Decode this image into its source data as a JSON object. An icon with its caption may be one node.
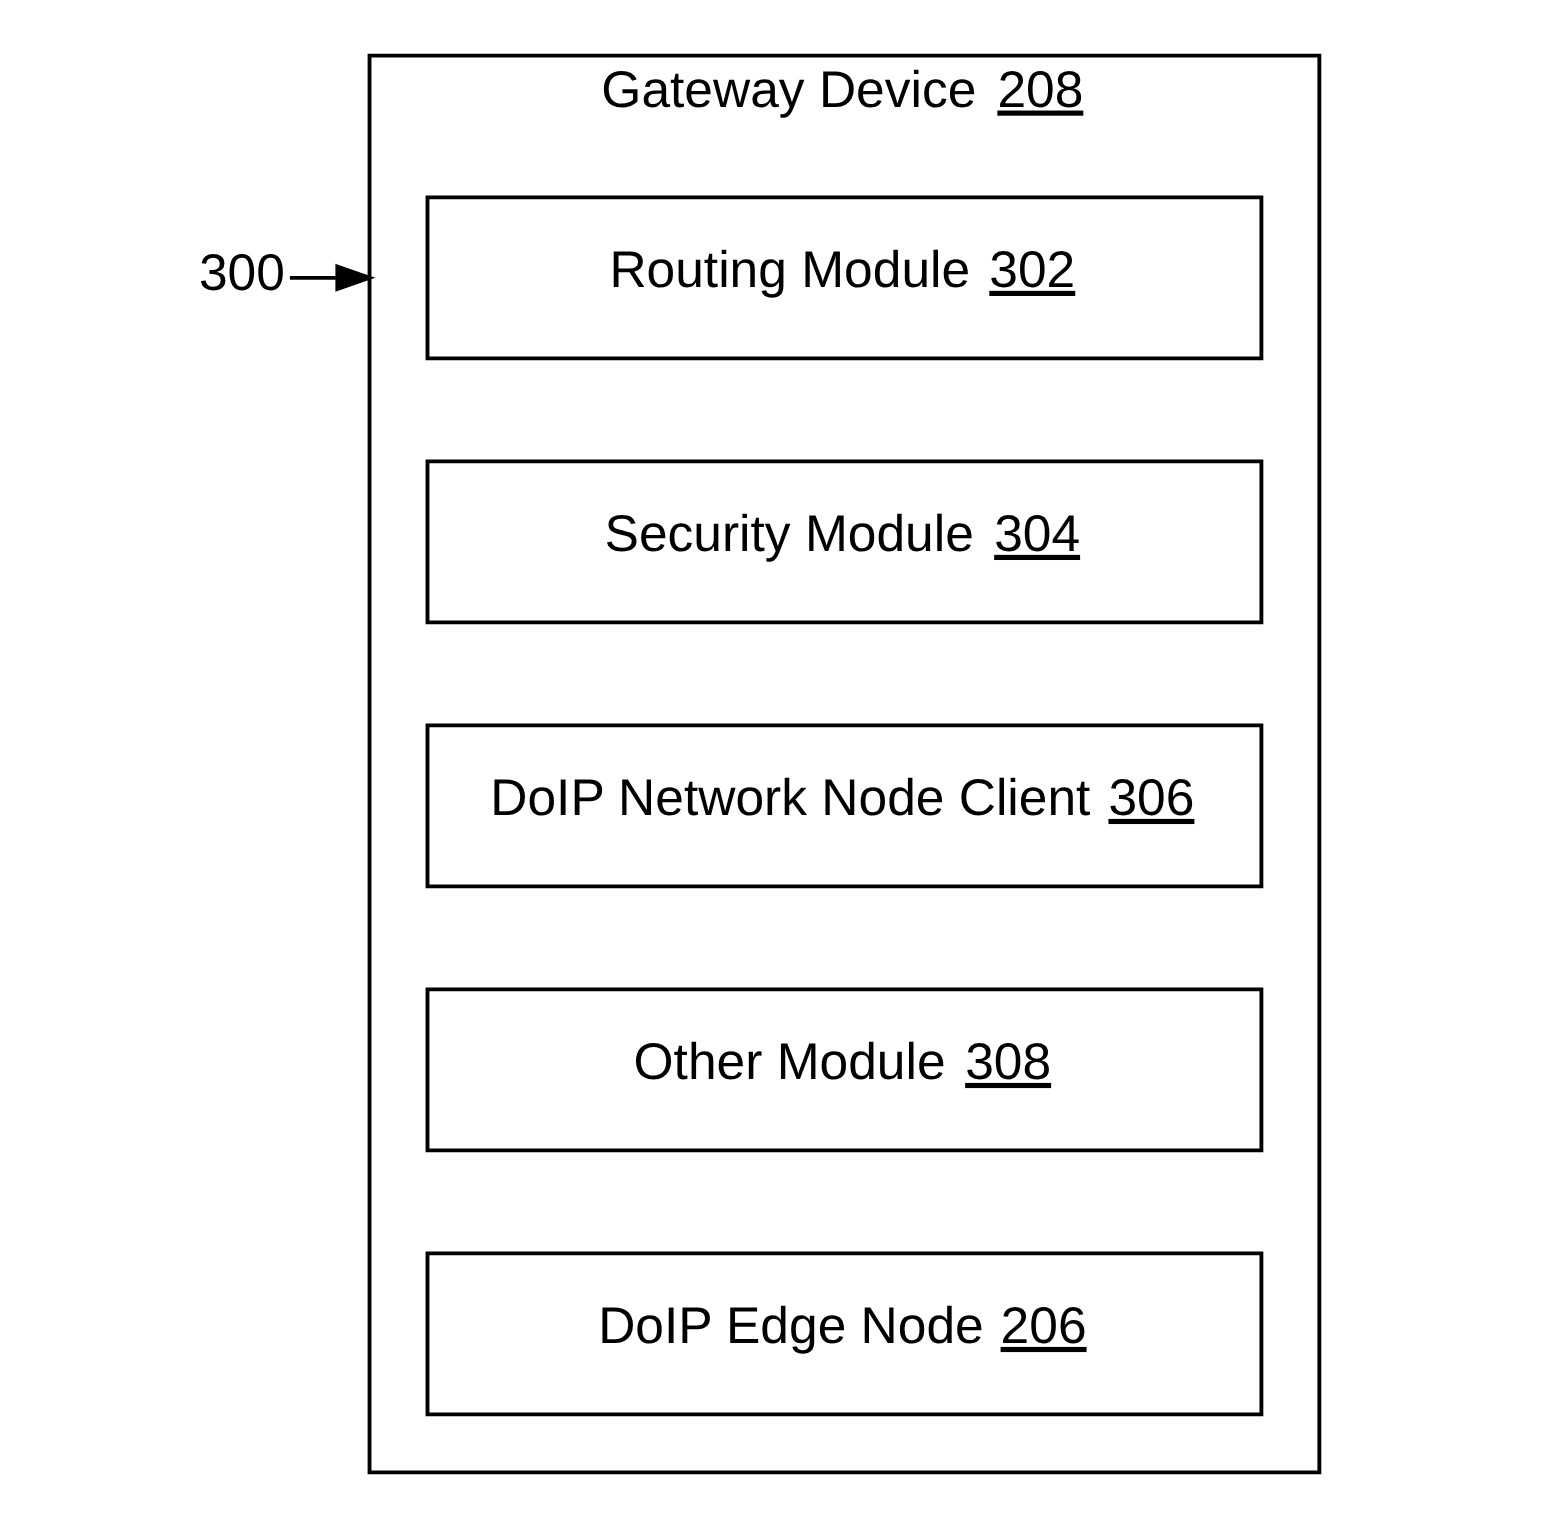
{
  "diagram": {
    "nodes": [
      {
        "text": [
          "Gateway Device 208"
        ]
      },
      {
        "text": [
          "Routing Module 302"
        ],
        "in": 0
      },
      {
        "text": [
          "Security Module 304"
        ],
        "in": 0
      },
      {
        "text": [
          "DoIP Network Node Client 306"
        ],
        "in": 0
      },
      {
        "text": [
          "Other Module 308"
        ],
        "in": 0
      },
      {
        "text": [
          "DoIP Edge Node 206"
        ],
        "in": 0
      },
      {
        "text": [
          "300"
        ]
      }
    ],
    "edges": [
      {
        "from": 6,
        "to": 0,
        "arrow": "to"
      }
    ]
  }
}
